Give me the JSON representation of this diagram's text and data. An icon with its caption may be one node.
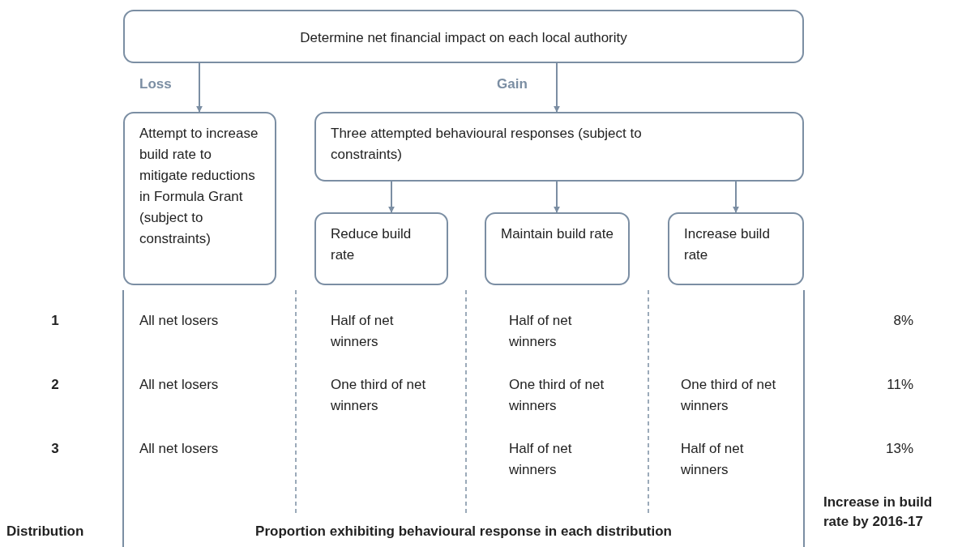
{
  "diagram": {
    "nodes": [
      {
        "text": [
          "Determine net financial impact on each local authority"
        ]
      },
      {
        "text": [
          "Attempt to increase build rate to mitigate reductions in Formula Grant (subject to constraints)"
        ]
      },
      {
        "text": [
          "Three attempted behavioural responses (subject to constraints)"
        ]
      },
      {
        "text": [
          "Reduce build rate"
        ]
      },
      {
        "text": [
          "Maintain build rate"
        ]
      },
      {
        "text": [
          "Increase build rate"
        ]
      }
    ],
    "edges": [
      {
        "from": 0,
        "to": 1,
        "arrow": "to",
        "label": "Loss"
      },
      {
        "from": 0,
        "to": 2,
        "arrow": "to",
        "label": "Gain"
      },
      {
        "from": 2,
        "to": 3,
        "arrow": "to"
      },
      {
        "from": 2,
        "to": 4,
        "arrow": "to"
      },
      {
        "from": 2,
        "to": 5,
        "arrow": "to"
      }
    ],
    "labels": [
      "1",
      "All net losers",
      "Half of net winners",
      "Half of net winners",
      "8%",
      "2",
      "All net losers",
      "One third of net winners",
      "One third of net winners",
      "One third of net winners",
      "11%",
      "3",
      "All net losers",
      "Half of net winners",
      "Half of net winners",
      "13%",
      "Distribution",
      "Proportion exhibiting behavioural response in each distribution",
      "Increase in build rate by 2016-17"
    ]
  }
}
